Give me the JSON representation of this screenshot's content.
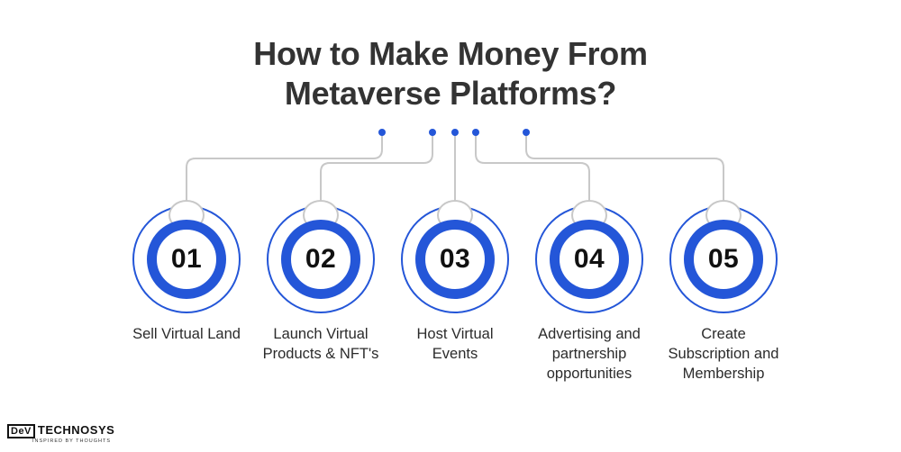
{
  "title_line1": "How to Make Money From",
  "title_line2": "Metaverse Platforms?",
  "colors": {
    "accent": "#2456d8",
    "connector": "#c8c8c8",
    "text": "#333333"
  },
  "steps": [
    {
      "number": "01",
      "label": "Sell Virtual Land"
    },
    {
      "number": "02",
      "label": "Launch Virtual Products & NFT's"
    },
    {
      "number": "03",
      "label": "Host Virtual Events"
    },
    {
      "number": "04",
      "label": "Advertising and partnership opportunities"
    },
    {
      "number": "05",
      "label": "Create Subscription and Membership"
    }
  ],
  "logo": {
    "prefix": "DeV",
    "brand": "TECHNOSYS",
    "tagline": "INSPIRED BY THOUGHTS"
  }
}
